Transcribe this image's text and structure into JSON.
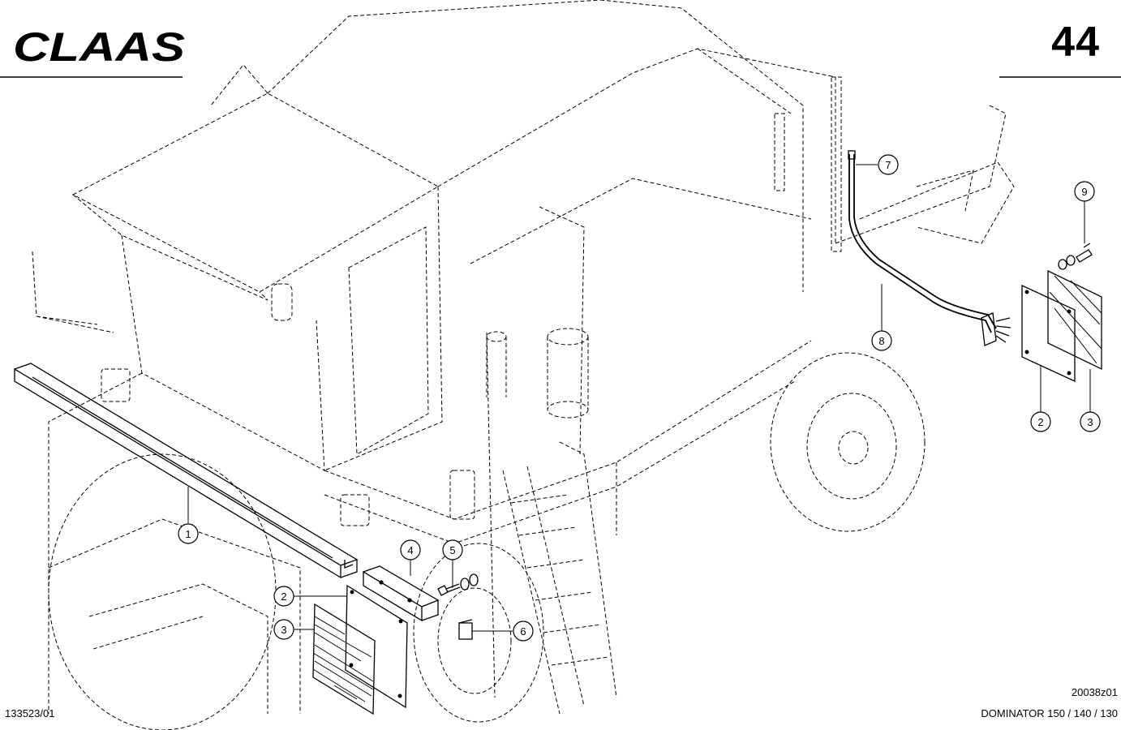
{
  "header": {
    "brand": "CLAAS",
    "page_number": "44"
  },
  "footer": {
    "doc_number": "133523/01",
    "drawing_id": "20038z01",
    "model": "DOMINATOR 150 / 140 / 130"
  },
  "callouts": [
    "1",
    "2",
    "3",
    "4",
    "5",
    "6",
    "7",
    "8",
    "9",
    "2",
    "3"
  ],
  "colors": {
    "ink": "#000000",
    "paper": "#ffffff"
  }
}
